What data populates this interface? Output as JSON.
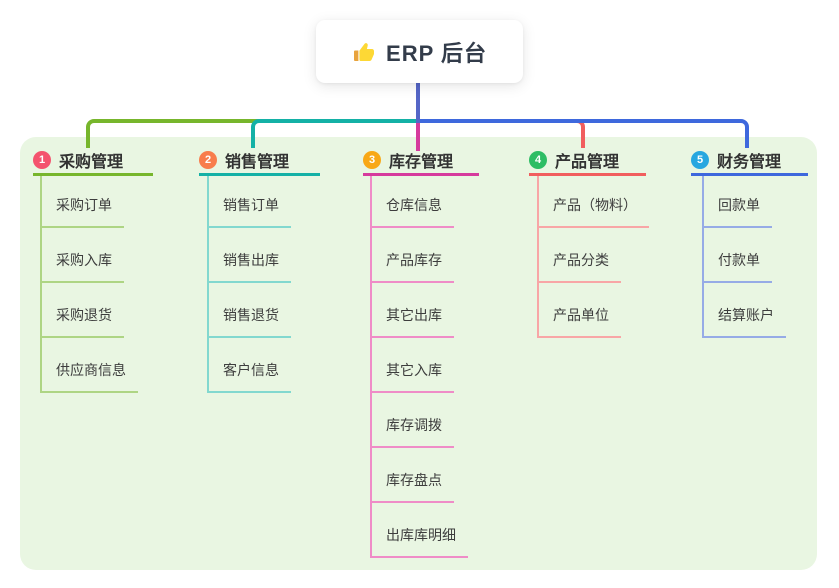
{
  "root": {
    "title": "ERP 后台",
    "icon": "thumbs-up"
  },
  "branches": [
    {
      "num": "1",
      "label": "采购管理",
      "badge_color": "#f4536e",
      "line_color": "#77b62c",
      "sub_line_color": "#aed584",
      "items": [
        "采购订单",
        "采购入库",
        "采购退货",
        "供应商信息"
      ]
    },
    {
      "num": "2",
      "label": "销售管理",
      "badge_color": "#f87d4c",
      "line_color": "#14b1a6",
      "sub_line_color": "#82d8cf",
      "items": [
        "销售订单",
        "销售出库",
        "销售退货",
        "客户信息"
      ]
    },
    {
      "num": "3",
      "label": "库存管理",
      "badge_color": "#f8a816",
      "line_color": "#d63a9d",
      "sub_line_color": "#ef8cc7",
      "items": [
        "仓库信息",
        "产品库存",
        "其它出库",
        "其它入库",
        "库存调拨",
        "库存盘点",
        "出库库明细"
      ]
    },
    {
      "num": "4",
      "label": "产品管理",
      "badge_color": "#2dbd64",
      "line_color": "#f15e5e",
      "sub_line_color": "#f8a6a6",
      "items": [
        "产品（物料）",
        "产品分类",
        "产品单位"
      ]
    },
    {
      "num": "5",
      "label": "财务管理",
      "badge_color": "#27a7e0",
      "line_color": "#3e68dd",
      "sub_line_color": "#96abe6",
      "items": [
        "回款单",
        "付款单",
        "结算账户"
      ]
    }
  ],
  "palette": {
    "canvas_bg": "#ffffff",
    "panel_bg": "#e9f6e2",
    "trunk_line": "#5566c7",
    "root_text": "#333c4a",
    "item_text": "#3d3d3d"
  }
}
